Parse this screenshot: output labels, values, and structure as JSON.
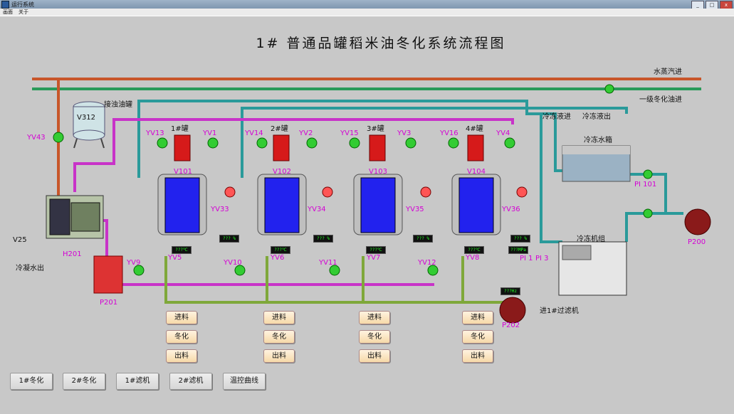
{
  "window": {
    "title": "运行系统",
    "min": "_",
    "max": "□",
    "close": "x"
  },
  "menu": [
    "画面",
    "关于"
  ],
  "page_title": "1# 普通品罐稻米油冬化系统流程图",
  "pipe_labels": {
    "steam": "水蒸汽进",
    "oil_in": "一级冬化油进",
    "coolant_in": "冷冻液进",
    "coolant_out": "冷冻液出",
    "water_tank": "冷冻水箱",
    "chiller": "冷冻机组",
    "to_filter": "进1#过滤机",
    "condensate_out": "冷凝水出",
    "turbid_tank": "接浊油罐"
  },
  "equipment": {
    "v312": "V312",
    "h201": "H201",
    "p201": "P201",
    "p202": "P202",
    "p200": "P200",
    "v25": "V25",
    "pi101": "PI 101",
    "pi1": "PI 1",
    "pi3": "PI 3",
    "yv43": "YV43"
  },
  "tanks": [
    {
      "name": "1#罐",
      "vessel": "V101",
      "valve_top": "YV13",
      "valve_side": "YV1",
      "valve_cool": "YV33",
      "valve_bottom": "YV9",
      "valve_out": "YV5"
    },
    {
      "name": "2#罐",
      "vessel": "V102",
      "valve_top": "YV14",
      "valve_side": "YV2",
      "valve_cool": "YV34",
      "valve_bottom": "YV10",
      "valve_out": "YV6"
    },
    {
      "name": "3#罐",
      "vessel": "V103",
      "valve_top": "YV15",
      "valve_side": "YV3",
      "valve_cool": "YV35",
      "valve_bottom": "YV11",
      "valve_out": "YV7"
    },
    {
      "name": "4#罐",
      "vessel": "V104",
      "valve_top": "YV16",
      "valve_side": "YV4",
      "valve_cool": "YV36",
      "valve_bottom": "YV12",
      "valve_out": "YV8"
    }
  ],
  "displays": {
    "temp": "???℃",
    "pressure": "???MPa",
    "level": "??? %",
    "flow": "???Hz"
  },
  "tank_buttons": [
    "进料",
    "冬化",
    "出料"
  ],
  "bottom_buttons": [
    "1#冬化",
    "2#冬化",
    "1#滤机",
    "2#滤机",
    "温控曲线"
  ],
  "colors": {
    "steam": "#c8562a",
    "oil": "#2a9a5a",
    "coolant": "#2a9a9a",
    "purple": "#c833c8",
    "feed": "#7fa83a",
    "tank_blue": "#2222ee",
    "motor_red": "#d61a1a"
  }
}
